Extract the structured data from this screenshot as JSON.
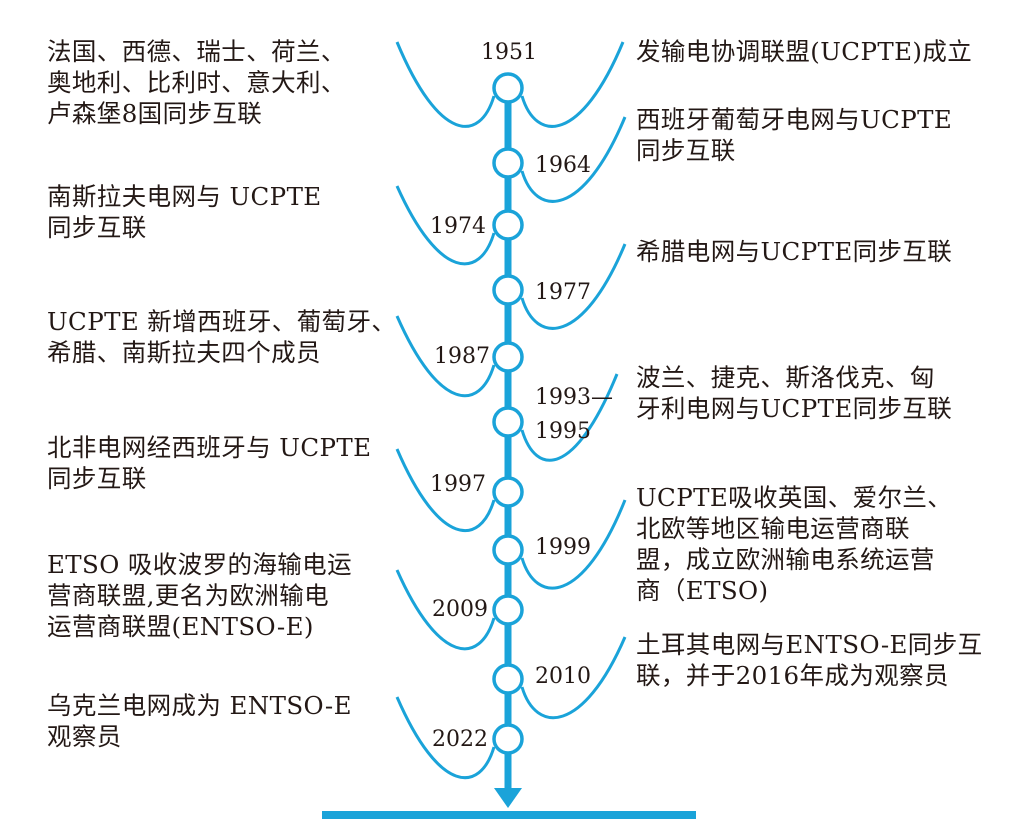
{
  "accent": "#1aa3d9",
  "events": [
    {
      "year": "1951",
      "side": "right",
      "text": "发输电协调联盟(UCPTE)成立"
    },
    {
      "year": "1951",
      "side": "left",
      "text": "法国、西德、瑞士、荷兰、\n奥地利、比利时、意大利、\n卢森堡8国同步互联"
    },
    {
      "year": "1964",
      "side": "right",
      "text": "西班牙葡萄牙电网与UCPTE\n同步互联"
    },
    {
      "year": "1974",
      "side": "left",
      "text": "南斯拉夫电网与 UCPTE\n同步互联"
    },
    {
      "year": "1977",
      "side": "right",
      "text": "希腊电网与UCPTE同步互联"
    },
    {
      "year": "1987",
      "side": "left",
      "text": "UCPTE 新增西班牙、葡萄牙、\n希腊、南斯拉夫四个成员"
    },
    {
      "year": "1993—\n1995",
      "side": "right",
      "text": "波兰、捷克、斯洛伐克、匈\n牙利电网与UCPTE同步互联"
    },
    {
      "year": "1997",
      "side": "left",
      "text": "北非电网经西班牙与 UCPTE\n同步互联"
    },
    {
      "year": "1999",
      "side": "right",
      "text": "UCPTE吸收英国、爱尔兰、\n北欧等地区输电运营商联\n盟，成立欧洲输电系统运营\n商（ETSO)"
    },
    {
      "year": "2009",
      "side": "left",
      "text": "ETSO 吸收波罗的海输电运\n营商联盟,更名为欧洲输电\n运营商联盟(ENTSO-E)"
    },
    {
      "year": "2010",
      "side": "right",
      "text": "土耳其电网与ENTSO-E同步互\n联，并于2016年成为观察员"
    },
    {
      "year": "2022",
      "side": "left",
      "text": "乌克兰电网成为 ENTSO-E\n观察员"
    }
  ]
}
